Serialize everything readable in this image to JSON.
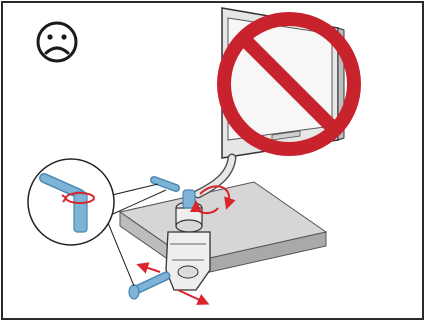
{
  "illustration": {
    "mood": "sad-face",
    "prohibition": "prohibited-action",
    "colors": {
      "border": "#2a2a2a",
      "prohibition_red": "#c8232c",
      "arrow_red": "#d9262c",
      "knob_blue": "#7fb3d5",
      "knob_blue_dark": "#4a87b3",
      "desk_top": "#d6d6d6",
      "desk_side": "#a9a9a9",
      "monitor_face": "#f2f2f2",
      "clamp_body": "#eeeeee"
    },
    "icons": [
      "sad-face-icon",
      "prohibition-icon",
      "monitor",
      "clamp",
      "lever-knob",
      "rotation-arrow",
      "loosen-arrow"
    ]
  }
}
